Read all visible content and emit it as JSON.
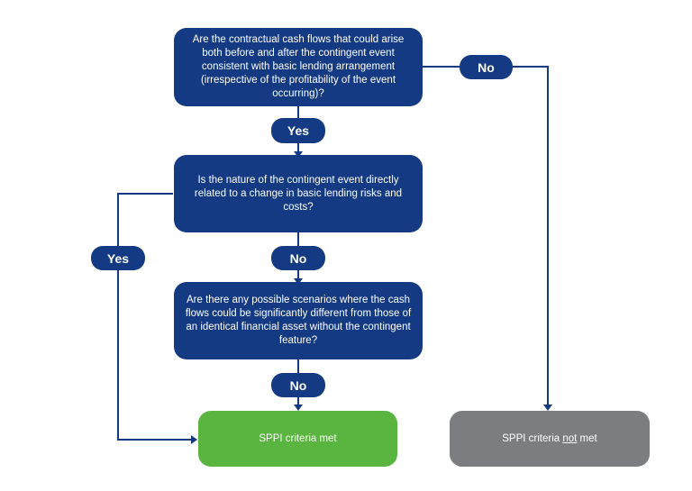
{
  "questions": {
    "q1": "Are the contractual cash flows that could arise both before and after the contingent event consistent with basic lending arrangement (irrespective of the profitability of the event occurring)?",
    "q2": "Is the nature of the contingent event directly related to a change in basic lending risks and costs?",
    "q3": "Are there any possible scenarios where the cash flows could be significantly different from those of an identical financial asset without the contingent feature?"
  },
  "labels": {
    "yes_q1": "Yes",
    "no_q1": "No",
    "yes_q2": "Yes",
    "no_q2": "No",
    "no_q3": "No"
  },
  "outcomes": {
    "met": "SPPI criteria met",
    "not_met_prefix": "SPPI criteria ",
    "not_met_emph": "not",
    "not_met_suffix": " met"
  },
  "colors": {
    "question_fill": "#133a82",
    "met_fill": "#59b540",
    "not_met_fill": "#7b7d80",
    "connector": "#133a82"
  }
}
